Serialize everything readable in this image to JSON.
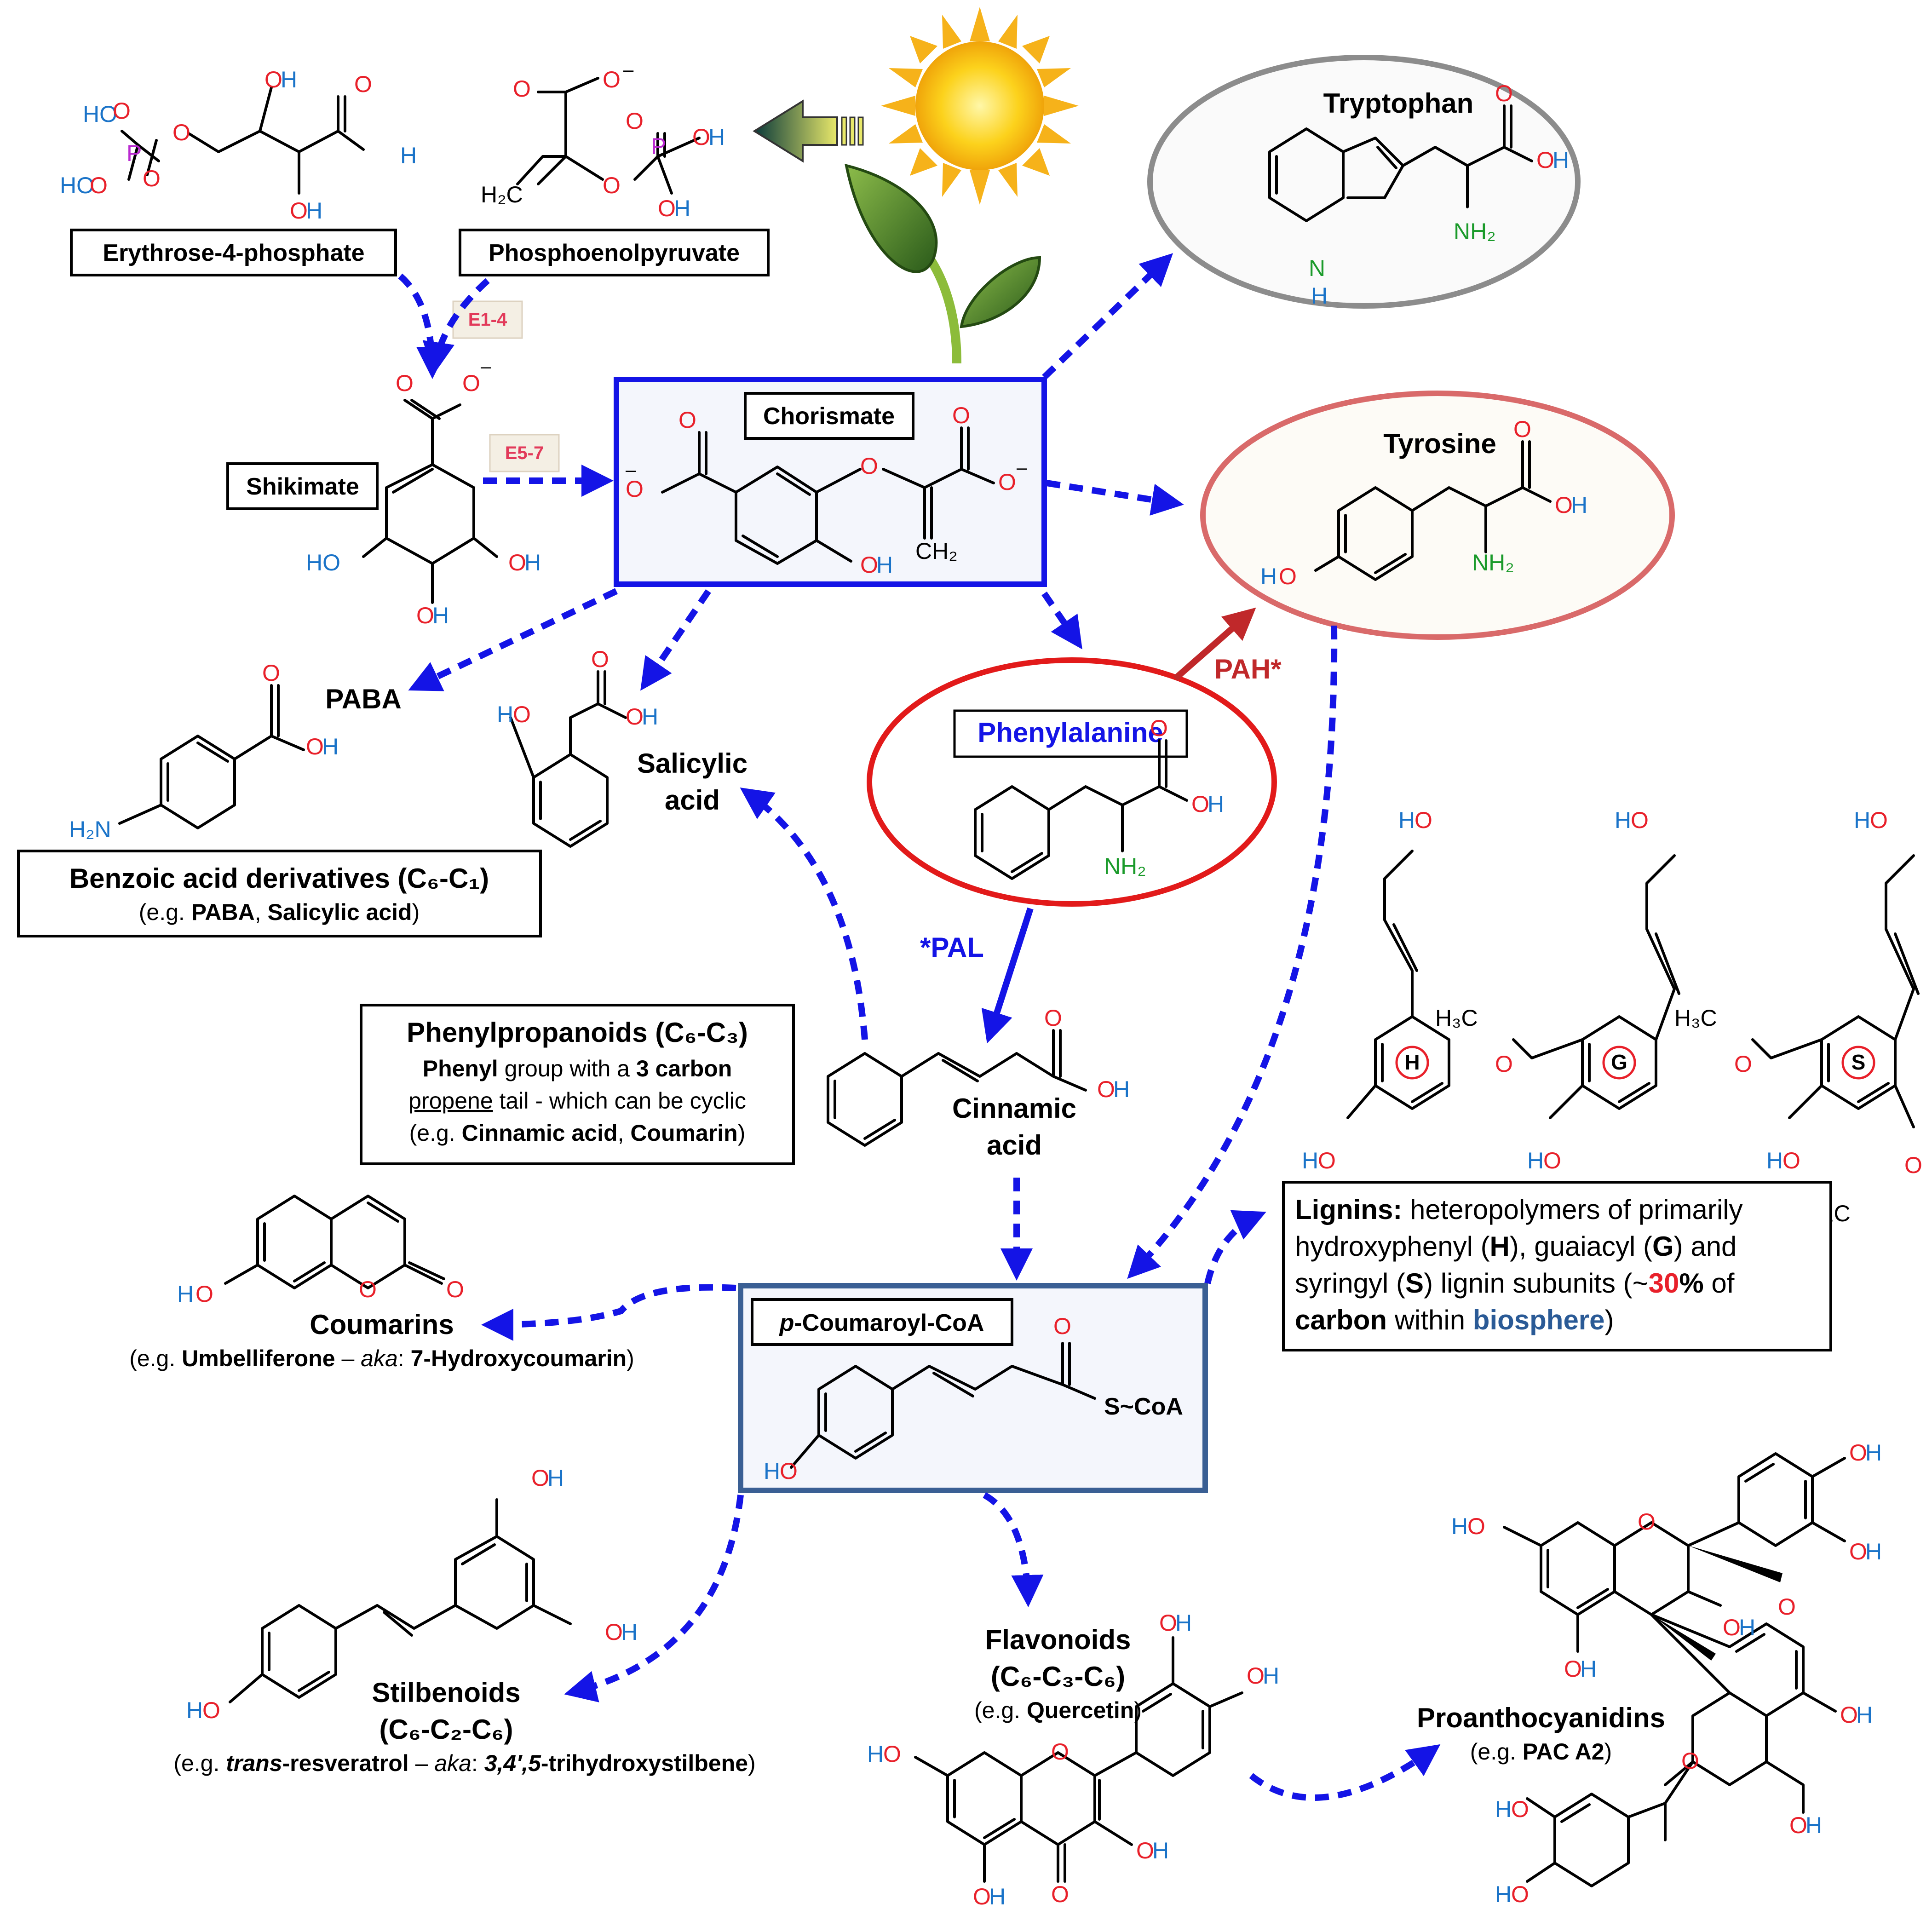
{
  "colors": {
    "arrow_blue": "#1414e6",
    "pah_red": "#c0282a",
    "phenylalanine_text": "#1414e6",
    "biosphere_text": "#2a5a96",
    "highlight_red": "#e8202a",
    "enzyme_text": "#e23a5a",
    "tryptophan_ellipse": "#8c8c8c",
    "tyrosine_ellipse": "#d96a6a",
    "phenylalanine_ellipse": "#e21a1a",
    "chorismate_box": "#1414e6",
    "coumaroyl_box": "#3a5f94"
  },
  "icons": [
    "sun-icon",
    "leaf-icon",
    "light-arrow-icon"
  ],
  "labels": {
    "erythrose": "Erythrose-4-phosphate",
    "pep": "Phosphoenolpyruvate",
    "e14": "E1-4",
    "e57": "E5-7",
    "shikimate": "Shikimate",
    "chorismate": "Chorismate",
    "tryptophan": "Tryptophan",
    "tyrosine": "Tyrosine",
    "phenylalanine": "Phenylalanine",
    "pah": "PAH*",
    "pal": "*PAL",
    "paba": "PABA",
    "salicylic_1": "Salicylic",
    "salicylic_2": "acid",
    "cinnamic_1": "Cinnamic",
    "cinnamic_2": "acid",
    "coumaroyl": "p-Coumaroyl-CoA",
    "coumaroyl_p": "p",
    "coumaroyl_rest": "-Coumaroyl-CoA",
    "scoa": "S~CoA",
    "coumarins": "Coumarins",
    "stilbenoids": "Stilbenoids",
    "flavonoids": "Flavonoids",
    "proanthocyanidins": "Proanthocyanidins",
    "h_unit": "H",
    "g_unit": "G",
    "s_unit": "S"
  },
  "benzoic_box": {
    "title": "Benzoic acid derivatives (C₆-C₁)",
    "eg_prefix": "(e.g. ",
    "paba": "PABA",
    "sep": ", ",
    "salicylic": "Salicylic acid",
    "eg_suffix": ")"
  },
  "phenylpropanoid_box": {
    "title": "Phenylpropanoids (C₆-C₃)",
    "line2_bold1": "Phenyl",
    "line2_mid": " group with a ",
    "line2_bold2": "3 carbon",
    "line3_underline": "propene",
    "line3_rest": " tail - which can be cyclic",
    "line4_prefix": "(e.g. ",
    "line4_b1": "Cinnamic acid",
    "line4_sep": ", ",
    "line4_b2": "Coumarin",
    "line4_suffix": ")"
  },
  "lignin_box": {
    "l1_bold": "Lignins:",
    "l1_rest": " heteropolymers of primarily",
    "l2_a": "hydroxyphenyl (",
    "l2_H": "H",
    "l2_b": "), guaiacyl (",
    "l2_G": "G",
    "l2_c": ") and",
    "l3_a": "syringyl (",
    "l3_S": "S",
    "l3_b": ") lignin subunits (~",
    "l3_pct": "30",
    "l3_pct_sign": "%",
    "l3_of": " of",
    "l4_bold": "carbon",
    "l4_mid": " within ",
    "l4_bio": "biosphere",
    "l4_end": ")"
  },
  "coumarins_eg": {
    "prefix": "(e.g. ",
    "b1": "Umbelliferone",
    "dash": " – ",
    "aka": "aka",
    "colon": ": ",
    "b2": "7-Hydroxycoumarin",
    "suffix": ")"
  },
  "stilbenoids_formula": "(C₆-C₂-C₆)",
  "stilbenoids_eg": {
    "prefix": "(e.g. ",
    "trans": "trans",
    "b1": "-resveratrol",
    "dash": " – ",
    "aka": "aka",
    "colon": ": ",
    "b2": "3,4′,5",
    "b3": "-trihydroxystilbene",
    "suffix": ")"
  },
  "flavonoids_formula": "(C₆-C₃-C₆)",
  "flavonoids_eg": {
    "prefix": "(e.g. ",
    "b1": "Quercetin",
    "suffix": ")"
  },
  "pac_eg": {
    "prefix": "(e.g. ",
    "b1": "PAC A2",
    "suffix": ")"
  },
  "atoms": {
    "OH": "OH",
    "HO": "HO",
    "O": "O",
    "H": "H",
    "N": "N",
    "NH2": "NH₂",
    "H2N": "H₂N",
    "CH2": "CH₂",
    "H2C": "H₂C",
    "H3C": "H₃C",
    "P": "P",
    "minus": "–"
  }
}
